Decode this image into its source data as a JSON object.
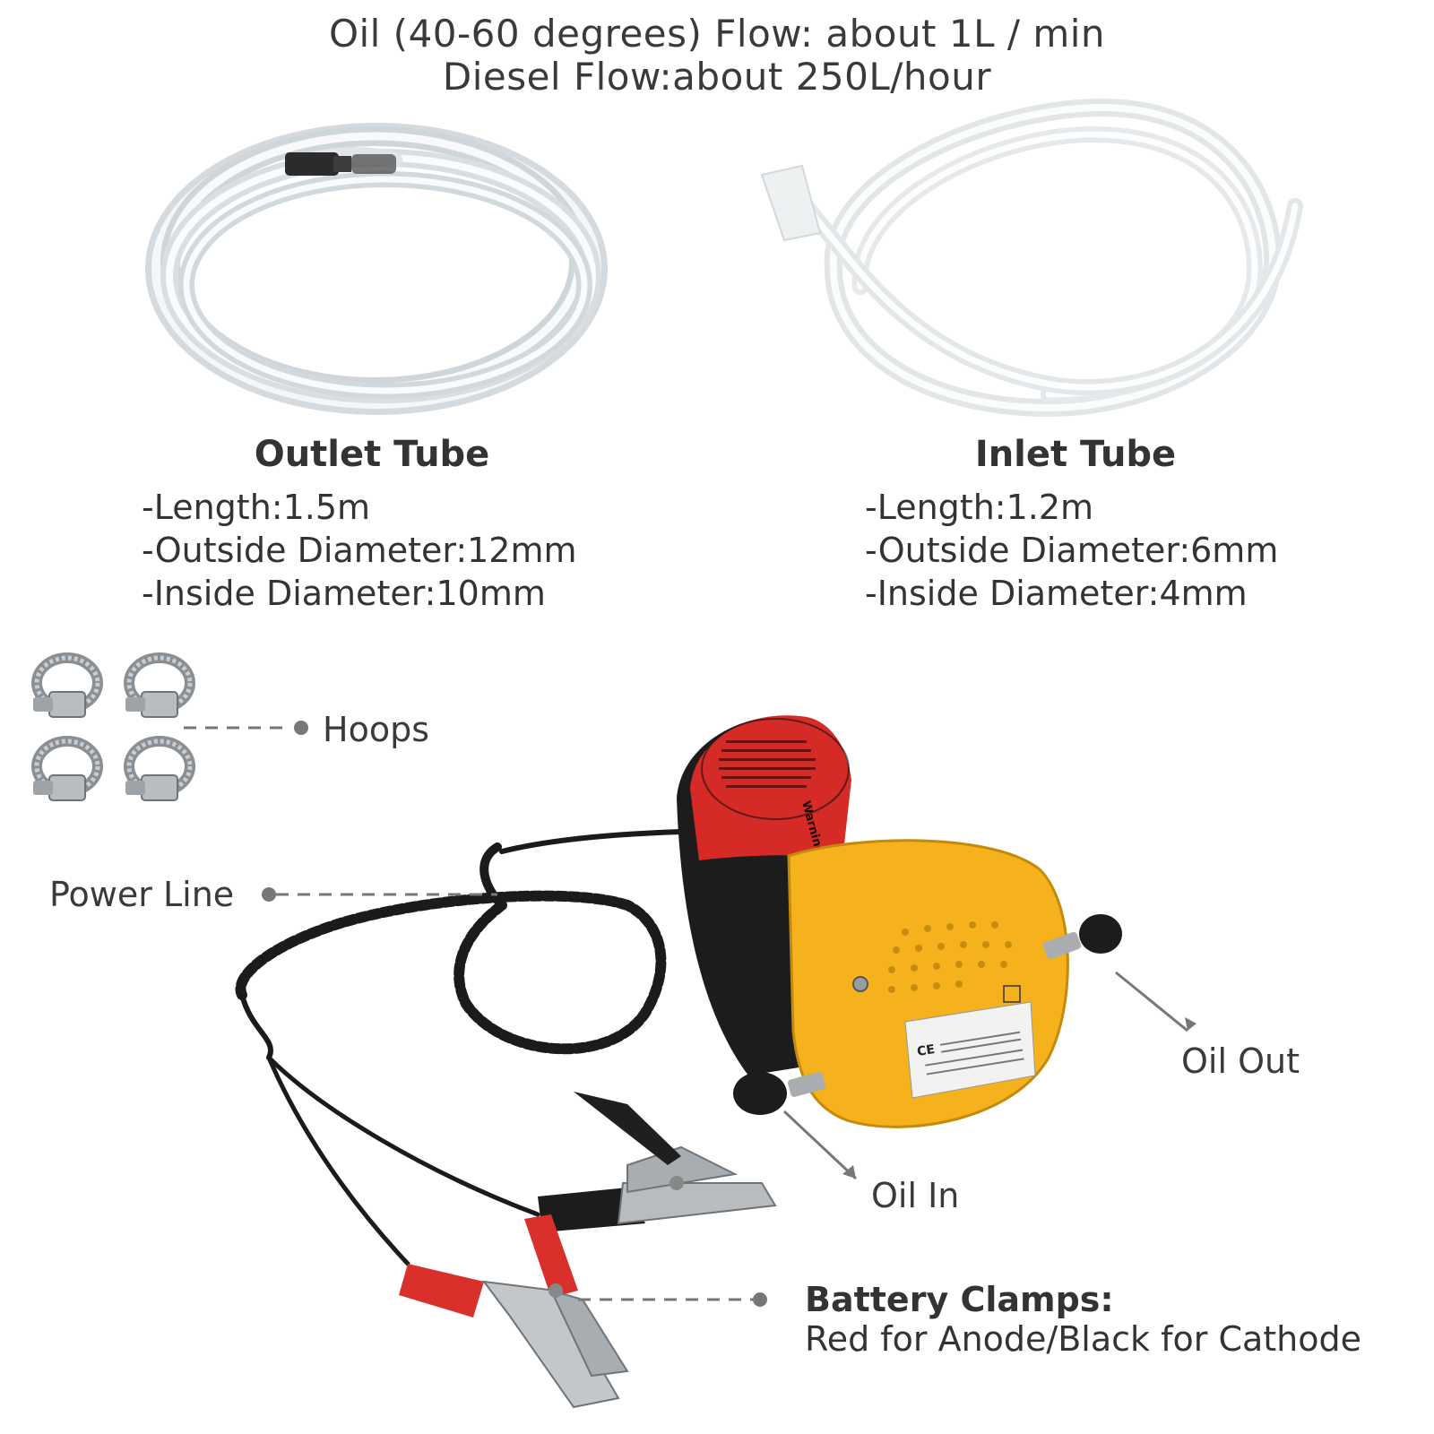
{
  "header": {
    "line1": "Oil (40-60 degrees) Flow: about 1L / min",
    "line2": "Diesel Flow:about 250L/hour"
  },
  "outlet_tube": {
    "title": "Outlet Tube",
    "length": "-Length:1.5m",
    "outside_diameter": "-Outside Diameter:12mm",
    "inside_diameter": "-Inside Diameter:10mm"
  },
  "inlet_tube": {
    "title": "Inlet Tube",
    "length": "-Length:1.2m",
    "outside_diameter": "-Outside Diameter:6mm",
    "inside_diameter": "-Inside Diameter:4mm"
  },
  "callouts": {
    "hoops": "Hoops",
    "power_line": "Power Line",
    "oil_out": "Oil  Out",
    "oil_in": "Oil In"
  },
  "battery_clamps": {
    "title": "Battery Clamps:",
    "subtitle": "Red for Anode/Black for Cathode"
  },
  "pump_label": {
    "warning": "Warning",
    "ce": "CE"
  },
  "colors": {
    "pump_yellow": "#f6b21c",
    "pump_black": "#1c1c1c",
    "pump_red": "#d62a26",
    "clamp_red": "#d9302c",
    "tube_clear": "#dfe5e8",
    "leader_line": "#777777"
  }
}
